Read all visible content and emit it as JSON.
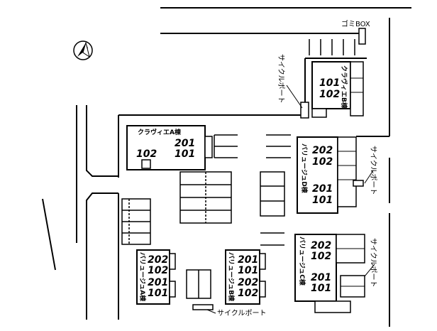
{
  "labels": {
    "gomi_box": "ゴミBOX",
    "cycle_port": "サイクルポート"
  },
  "buildings": {
    "clavie_a": {
      "name": "クラヴィエA棟",
      "units_top": "201",
      "units_bottom": "101",
      "unit_extra": "102"
    },
    "clavie_b": {
      "name": "クラヴィエB棟",
      "units_top": "101",
      "units_bottom": "102"
    },
    "value_d": {
      "name": "バリュージュD棟",
      "unit_1": "202",
      "unit_2": "102",
      "unit_3": "201",
      "unit_4": "101"
    },
    "value_a": {
      "name": "バリュージュA棟",
      "unit_1": "202",
      "unit_2": "102",
      "unit_3": "201",
      "unit_4": "101"
    },
    "value_b": {
      "name": "バリュージュB棟",
      "unit_1": "201",
      "unit_2": "101",
      "unit_3": "202",
      "unit_4": "102"
    },
    "value_c": {
      "name": "バリュージュC棟",
      "unit_1": "202",
      "unit_2": "102",
      "unit_3": "201",
      "unit_4": "101"
    }
  },
  "icons": {
    "north": "north-arrow-icon"
  },
  "colors": {
    "line": "#000000",
    "background": "#ffffff"
  }
}
